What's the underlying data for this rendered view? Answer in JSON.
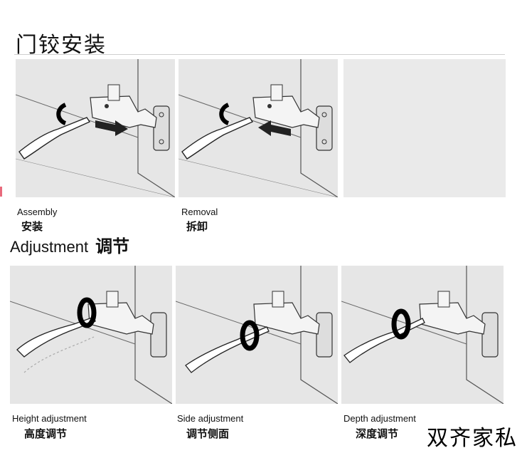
{
  "header": {
    "title": "门铰安装"
  },
  "adjustment_header": {
    "title_en": "Adjustment",
    "title_cn": "调节"
  },
  "panels": [
    {
      "caption_en": "Assembly",
      "caption_cn": "安装"
    },
    {
      "caption_en": "Removal",
      "caption_cn": "拆卸"
    },
    {
      "caption_en": "",
      "caption_cn": ""
    },
    {
      "caption_en": "Height adjustment",
      "caption_cn": "高度调节"
    },
    {
      "caption_en": "Side adjustment",
      "caption_cn": "调节侧面"
    },
    {
      "caption_en": "Depth adjustment",
      "caption_cn": "深度调节"
    }
  ],
  "footer": {
    "brand": "双齐家私"
  },
  "colors": {
    "panel_bg": "#e6e6e6",
    "line": "#444444",
    "accent": "#000000"
  }
}
